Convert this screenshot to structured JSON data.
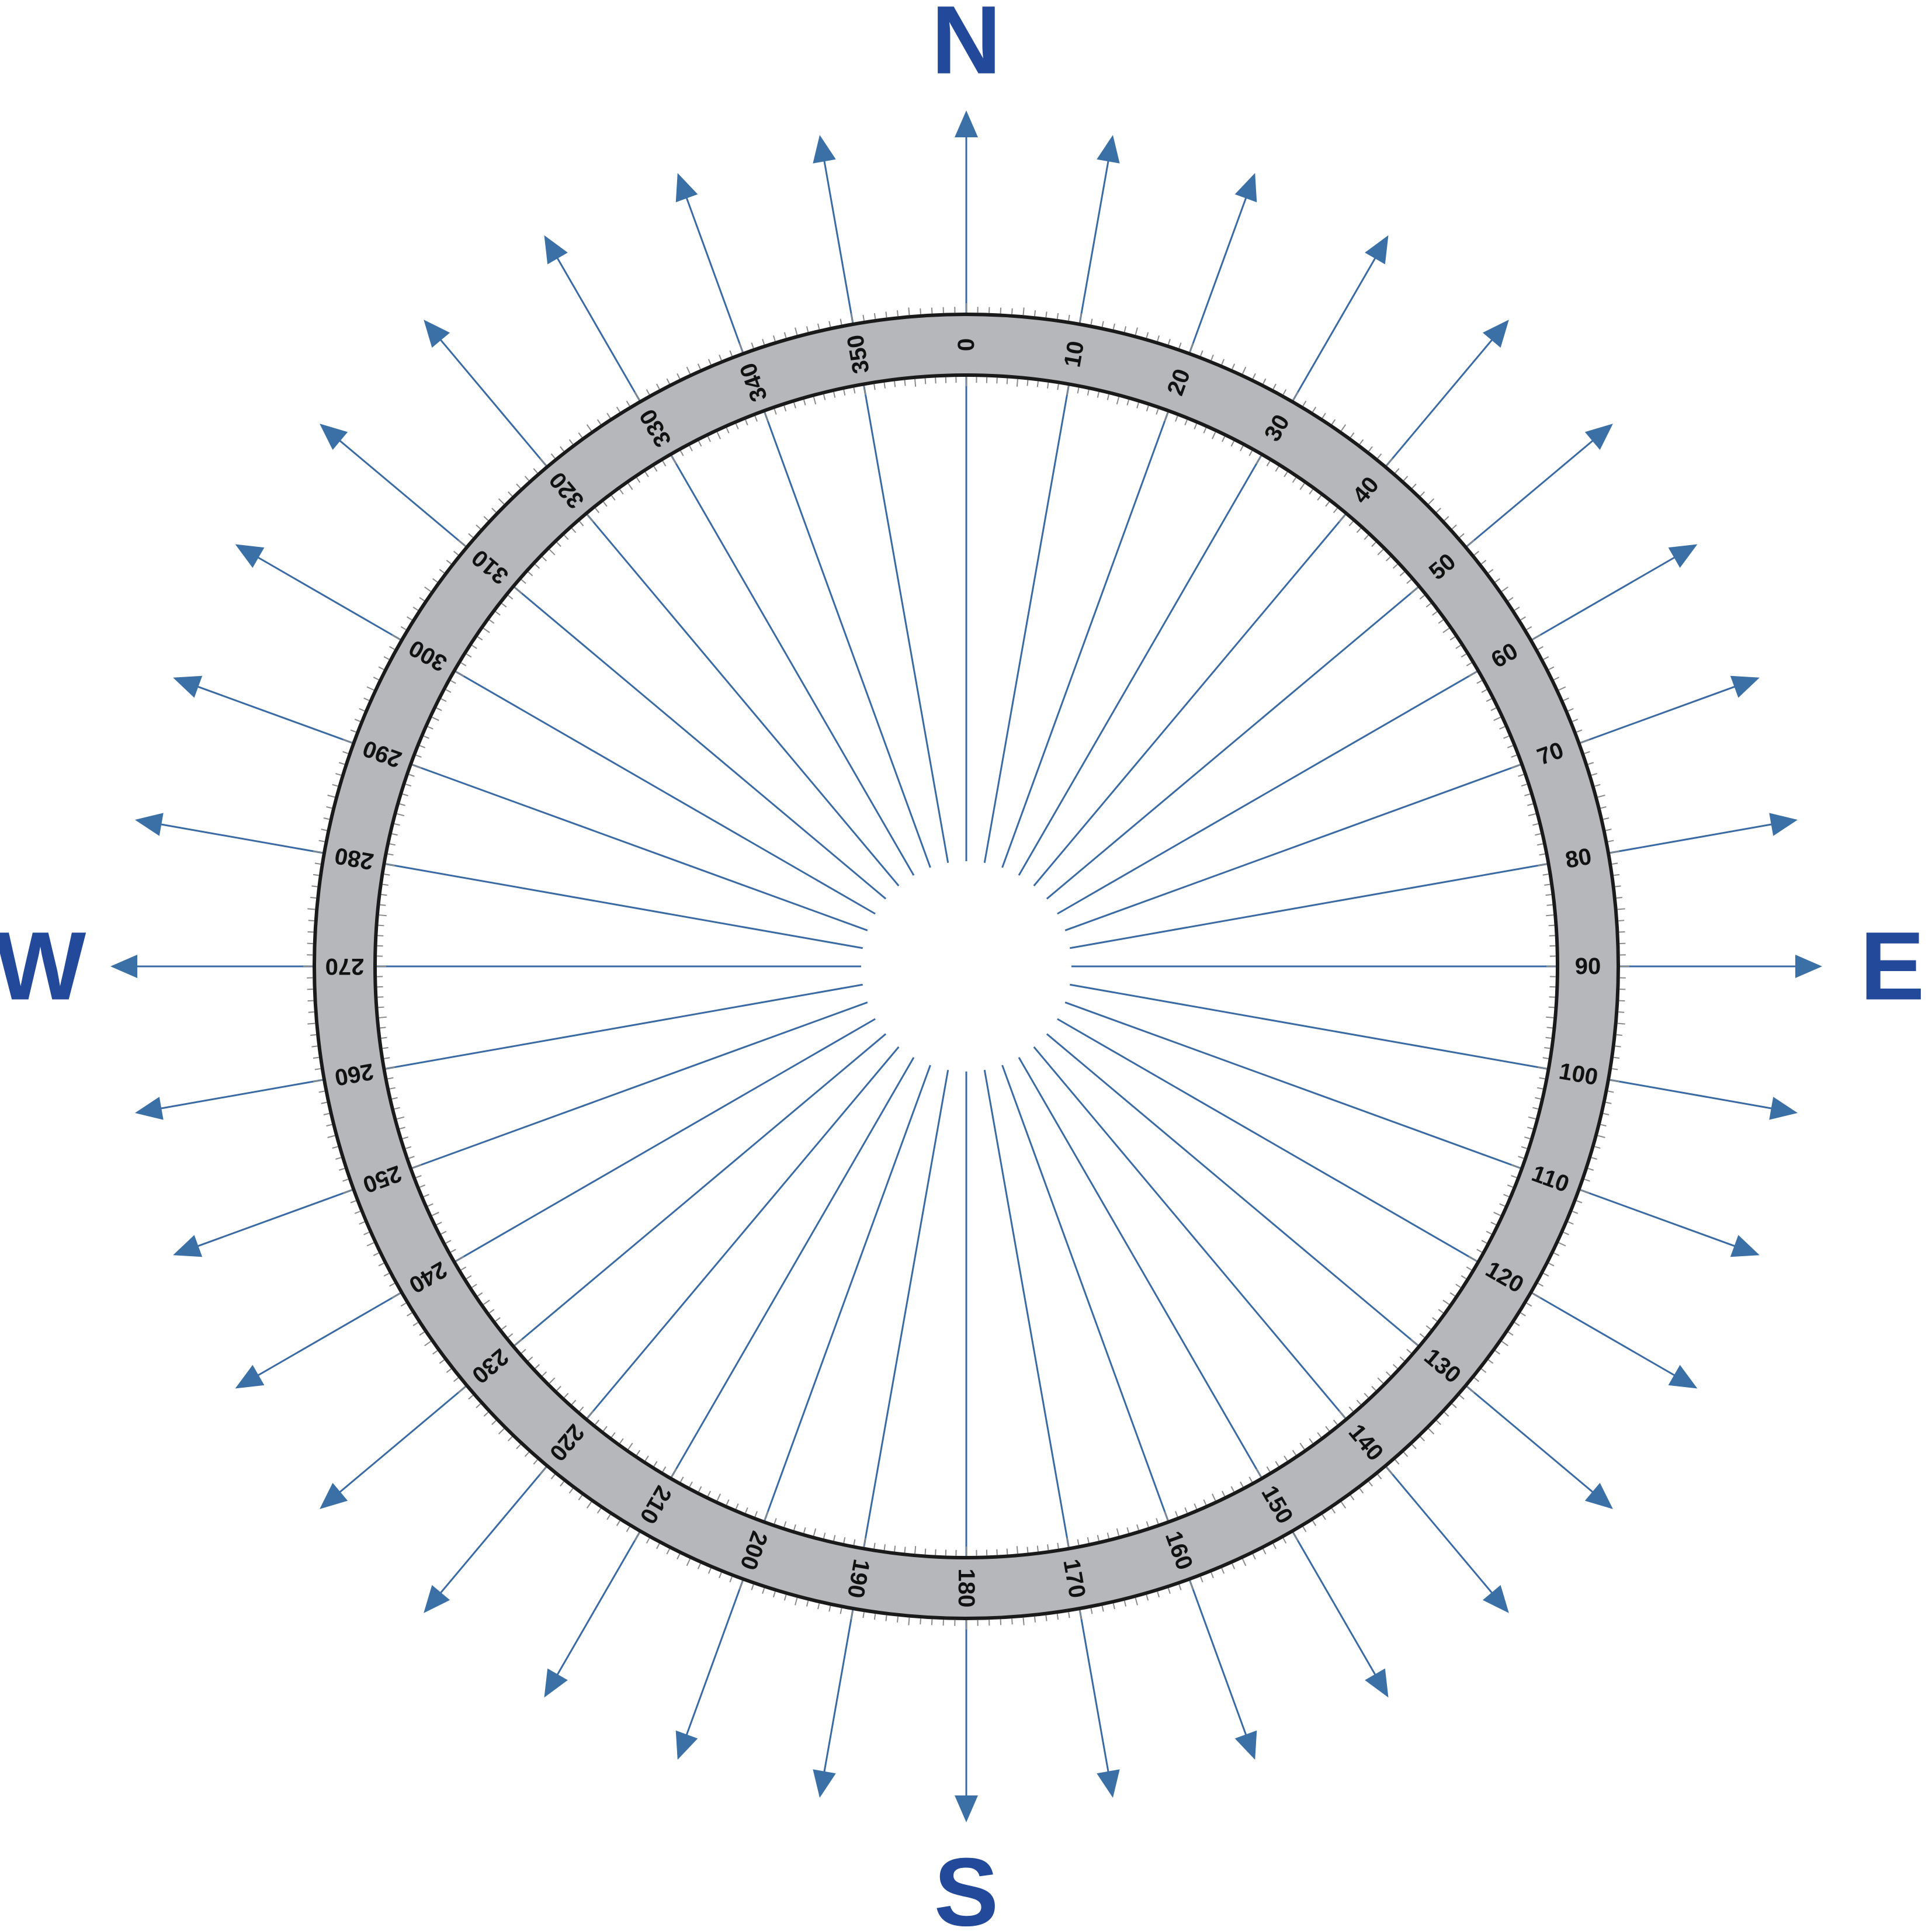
{
  "cardinals": {
    "north": "N",
    "east": "E",
    "south": "S",
    "west": "W"
  },
  "degree_step": 10,
  "degree_labels": [
    "0",
    "10",
    "20",
    "30",
    "40",
    "50",
    "60",
    "70",
    "80",
    "90",
    "100",
    "110",
    "120",
    "130",
    "140",
    "150",
    "160",
    "170",
    "180",
    "190",
    "200",
    "210",
    "220",
    "230",
    "240",
    "250",
    "260",
    "270",
    "280",
    "290",
    "300",
    "310",
    "320",
    "330",
    "340",
    "350"
  ],
  "tick_interval_degrees": 1,
  "colors": {
    "background": "#ffffff",
    "ray": "#3a6aa3",
    "arrowhead": "#3b70a6",
    "cardinal_text": "#23499a",
    "ring_band": "#b5b7ba",
    "ring_border": "#1a1a1a",
    "tick": "#8a8a8a",
    "degree_text": "#111111"
  }
}
